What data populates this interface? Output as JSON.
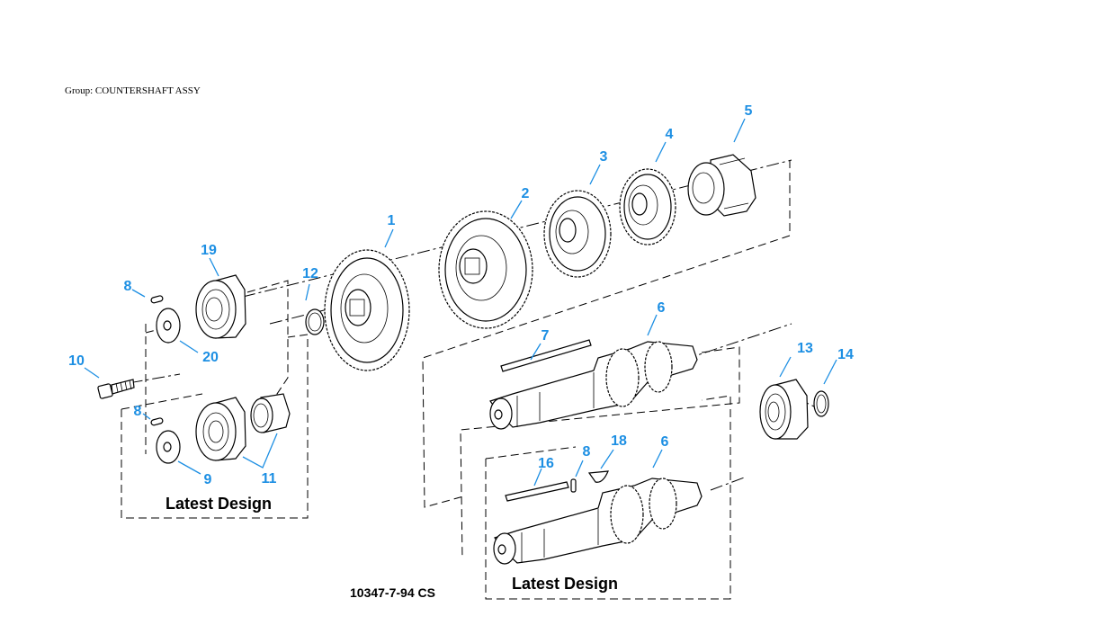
{
  "group_label": "Group: COUNTERSHAFT ASSY",
  "drawing_code": "10347-7-94 CS",
  "design_notes": {
    "upper": "Latest Design",
    "lower": "Latest Design"
  },
  "callouts": {
    "c1": "1",
    "c2": "2",
    "c3": "3",
    "c4": "4",
    "c5": "5",
    "c6a": "6",
    "c6b": "6",
    "c7": "7",
    "c8a": "8",
    "c8b": "8",
    "c8c": "8",
    "c9": "9",
    "c10": "10",
    "c11": "11",
    "c12": "12",
    "c13": "13",
    "c14": "14",
    "c16": "16",
    "c18": "18",
    "c19": "19",
    "c20": "20"
  }
}
